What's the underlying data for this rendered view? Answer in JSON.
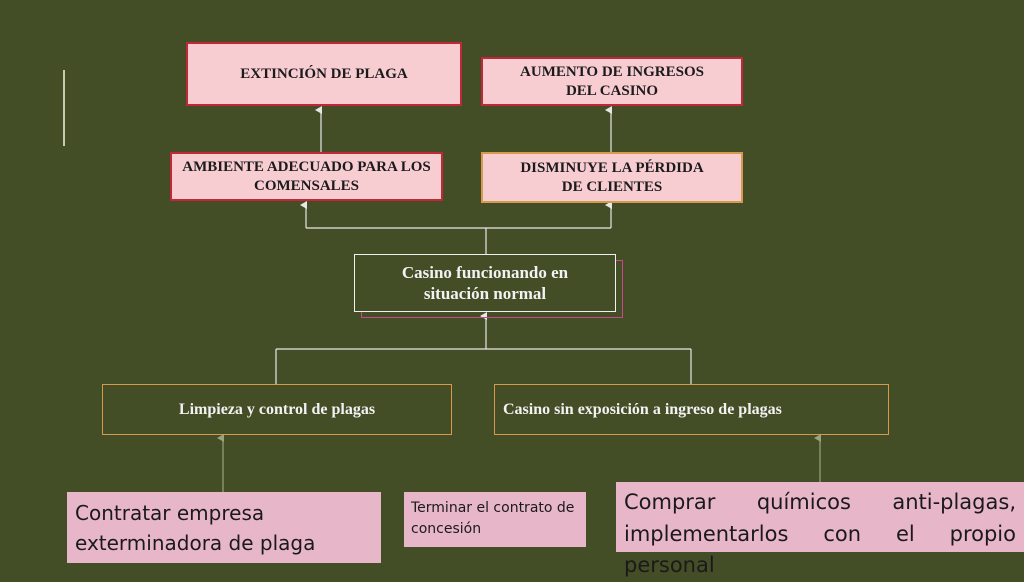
{
  "top_left_goal": "EXTINCIÓN DE PLAGA",
  "top_right_goal": "AUMENTO DE INGRESOS DEL CASINO",
  "mid_left_effect": "AMBIENTE ADECUADO PARA LOS COMENSALES",
  "mid_right_effect": "DISMINUYE LA PÉRDIDA DE CLIENTES",
  "central_objective": "Casino funcionando en situación normal",
  "cause_left": "Limpieza y control de plagas",
  "cause_right": "Casino sin exposición a ingreso de plagas",
  "action_left": "Contratar empresa exterminadora de plaga",
  "action_middle": "Terminar el contrato de concesión",
  "action_right": "Comprar químicos anti-plagas, implementarlos con el propio personal"
}
